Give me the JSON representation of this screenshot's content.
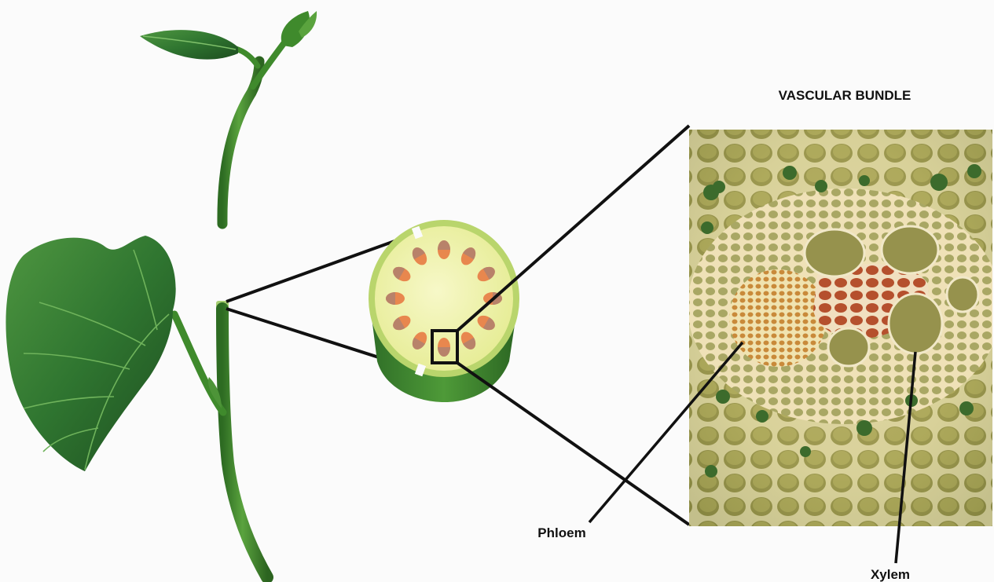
{
  "title": "VASCULAR BUNDLE",
  "labels": {
    "phloem": "Phloem",
    "xylem": "Xylem"
  },
  "colors": {
    "background": "#fbfbfb",
    "stem": "#3f8a2c",
    "leaf": "#2e6f2b",
    "pith": "#eff2a6",
    "cortex": "#c9dd7a",
    "bundle_phloem": "#b8826a",
    "bundle_xylem": "#e8874e",
    "callout": "#111111"
  },
  "cross_section": {
    "bundle_count": 12
  }
}
